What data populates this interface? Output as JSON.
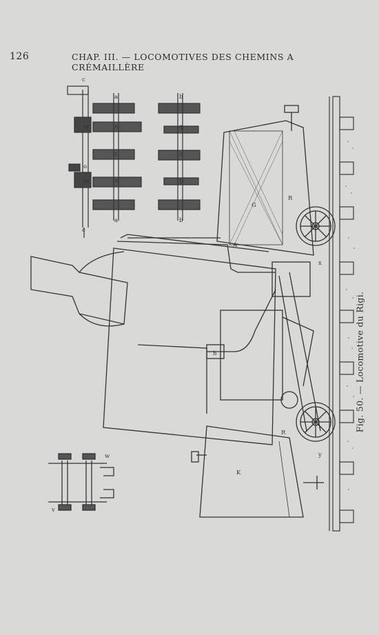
{
  "header": {
    "page_number": "126",
    "running_title": "CHAP. III. — LOCOMOTIVES DES CHEMINS A CRÉMAILLÈRE"
  },
  "figure": {
    "caption": "Fig. 50. — Locomotive du Rigi.",
    "labels": {
      "a_top": "a",
      "b_top": "b",
      "c_top": "c",
      "m_top": "m",
      "n_top": "n",
      "q": "q",
      "z1": "z",
      "z2": "z",
      "o": "o",
      "m_bottom": "m",
      "n_bottom": "n",
      "p": "p",
      "a_bottom": "a",
      "b_bottom": "b",
      "c_bottom": "c",
      "G": "G",
      "R_top": "R",
      "A": "A",
      "x": "x",
      "h": "h",
      "R_bottom": "R",
      "y": "y",
      "K": "K",
      "w": "w",
      "v": "v"
    }
  }
}
